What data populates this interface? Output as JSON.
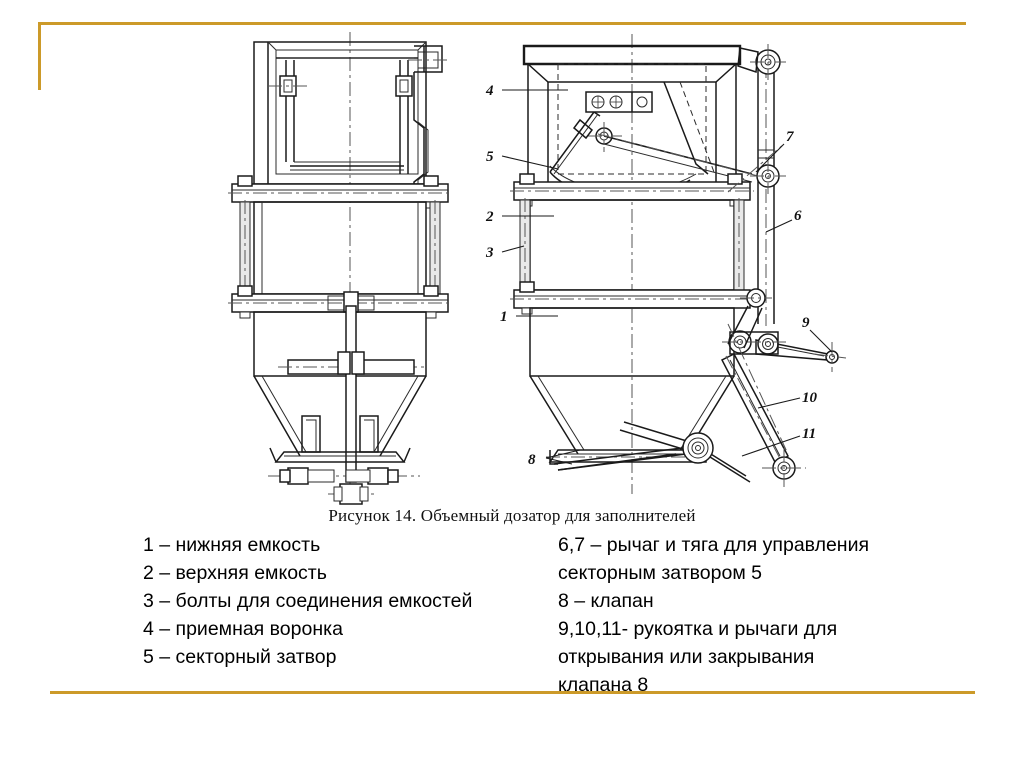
{
  "slide": {
    "accent_color": "#cc9a29",
    "background_color": "#ffffff"
  },
  "figure": {
    "title": "Рисунок 14. Объемный дозатор для заполнителей",
    "drawing_name": "volumetric-aggregate-batcher-drawing",
    "views": [
      {
        "id": "left-view",
        "label": "front elevation"
      },
      {
        "id": "right-view",
        "label": "side elevation"
      }
    ],
    "callouts": [
      {
        "id": "1",
        "text": "1"
      },
      {
        "id": "2",
        "text": "2"
      },
      {
        "id": "3",
        "text": "3"
      },
      {
        "id": "4",
        "text": "4"
      },
      {
        "id": "5",
        "text": "5"
      },
      {
        "id": "6",
        "text": "6"
      },
      {
        "id": "7",
        "text": "7"
      },
      {
        "id": "8",
        "text": "8"
      },
      {
        "id": "9",
        "text": "9"
      },
      {
        "id": "10",
        "text": "10"
      },
      {
        "id": "11",
        "text": "11"
      }
    ]
  },
  "legend": {
    "left_column": [
      "1 – нижняя емкость",
      "2 – верхняя емкость",
      "3 – болты для соединения емкостей",
      "4 – приемная воронка",
      "5 – секторный затвор"
    ],
    "right_column": [
      "6,7 – рычаг и тяга для управления",
      "секторным затвором 5",
      "8 – клапан",
      "9,10,11- рукоятка и рычаги для",
      "открывания или закрывания",
      "клапана 8"
    ]
  }
}
